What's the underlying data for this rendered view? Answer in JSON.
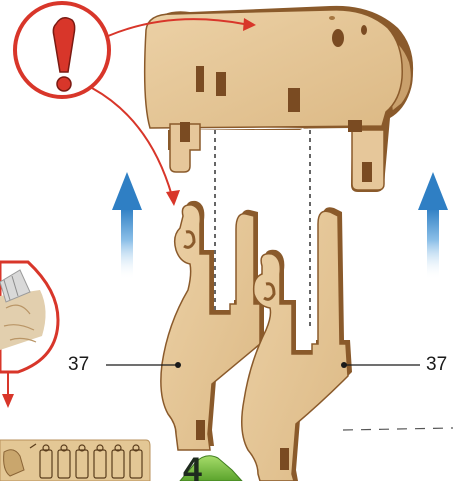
{
  "labels": {
    "part_left": "37",
    "part_right": "37"
  },
  "step": {
    "number": "4"
  },
  "colors": {
    "wood_face": "#e6c79a",
    "wood_edge": "#8a5a2b",
    "warning_red": "#d8362a",
    "arrow_blue": "#3a86c8",
    "step_green": "#7cc242"
  },
  "icons": {
    "warning": "exclamation-icon",
    "assembly_direction": "up-arrow-icon"
  }
}
